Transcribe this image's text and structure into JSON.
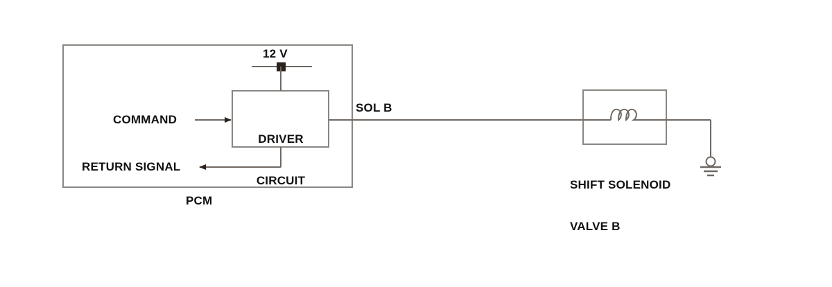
{
  "diagram": {
    "type": "automotive-wiring-schematic",
    "title_visible": false,
    "colors": {
      "wire": "#6f6862",
      "box_border": "#8a8682",
      "text": "#111111",
      "node": "#2a211c",
      "background": "#ffffff"
    },
    "labels": {
      "supply_voltage": "12 V",
      "command": "COMMAND",
      "return_signal": "RETURN SIGNAL",
      "driver_circuit_line1": "DRIVER",
      "driver_circuit_line2": "CIRCUIT",
      "sol_b": "SOL B",
      "pcm": "PCM",
      "solenoid_line1": "SHIFT SOLENOID",
      "solenoid_line2": "VALVE B"
    },
    "components": [
      {
        "name": "pcm-enclosure",
        "label": "PCM",
        "shape": "rectangle"
      },
      {
        "name": "driver-circuit",
        "label": "DRIVER CIRCUIT",
        "shape": "rectangle"
      },
      {
        "name": "shift-solenoid-b",
        "label": "SHIFT SOLENOID VALVE B",
        "shape": "rectangle-with-coil"
      },
      {
        "name": "supply-node-12v",
        "label": "12 V",
        "shape": "bar-with-junction"
      },
      {
        "name": "chassis-ground",
        "label": "",
        "shape": "ground-symbol"
      }
    ],
    "signals": [
      {
        "name": "command",
        "label": "COMMAND",
        "direction": "into-driver-circuit",
        "arrow": "right"
      },
      {
        "name": "return-signal",
        "label": "RETURN SIGNAL",
        "direction": "out-of-driver-circuit",
        "arrow": "left"
      },
      {
        "name": "sol-b-output",
        "label": "SOL B",
        "direction": "driver-to-solenoid",
        "arrow": "none"
      }
    ]
  }
}
